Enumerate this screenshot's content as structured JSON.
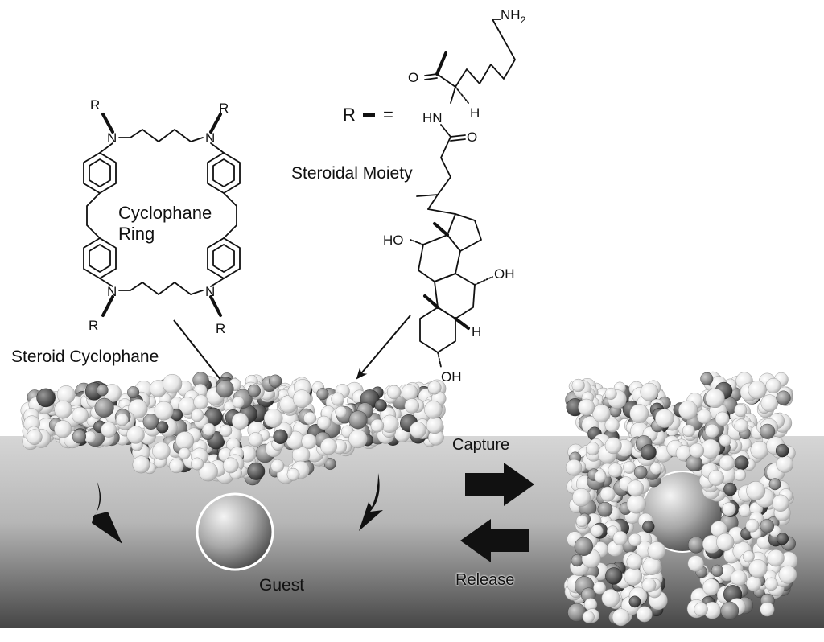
{
  "labels": {
    "r_group": "R",
    "r_equals": "=",
    "cyclophane_ring_line1": "Cyclophane",
    "cyclophane_ring_line2": "Ring",
    "steroidal_moiety": "Steroidal Moiety",
    "steroid_cyclophane": "Steroid Cyclophane",
    "capture": "Capture",
    "release": "Release",
    "guest": "Guest"
  },
  "chem_text": {
    "n": "N",
    "r": "R",
    "nh2_main": "NH",
    "nh2_sub": "2",
    "o": "O",
    "hn": "HN",
    "h": "H",
    "ho": "HO",
    "oh": "OH"
  },
  "colors": {
    "background": "#ffffff",
    "surface_top": "#d0d0d0",
    "surface_bottom": "#4a4a4a",
    "ink": "#111111",
    "atom_white": "#f2f2f2",
    "atom_grey": "#8a8a8a",
    "atom_dark": "#555555"
  },
  "icons": {
    "capture_arrow": "right-block-arrow-icon",
    "release_arrow": "left-block-arrow-icon",
    "curved_arrow": "curved-down-arrow-icon"
  }
}
